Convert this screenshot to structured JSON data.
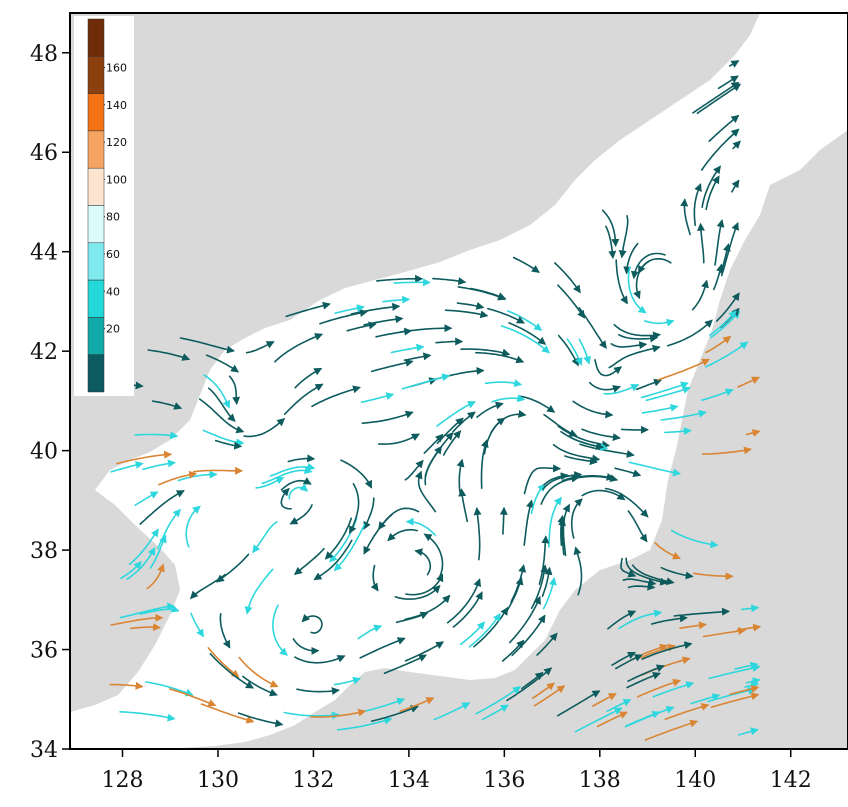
{
  "map": {
    "x_tick_labels": [
      "128",
      "130",
      "132",
      "134",
      "136",
      "138",
      "140",
      "142"
    ],
    "y_tick_labels": [
      "34",
      "36",
      "38",
      "40",
      "42",
      "44",
      "46",
      "48"
    ],
    "lon_range": [
      126.9,
      143.2
    ],
    "lat_range": [
      34,
      48.8
    ],
    "land_color": "#d9d9d9",
    "sea_color": "#ffffff"
  },
  "colorbar": {
    "labels": [
      "20",
      "40",
      "60",
      "80",
      "100",
      "120",
      "140",
      "160"
    ],
    "colors": [
      "#0b5b60",
      "#11a9a9",
      "#22d8d8",
      "#7eeaf0",
      "#dcfbfd",
      "#fde4cf",
      "#f6a463",
      "#f27214",
      "#8c3f0f",
      "#6e2d08"
    ]
  },
  "stream_colors": {
    "slow": "#0e5b5d",
    "medium": "#2ed7dd",
    "fast": "#d98534"
  }
}
